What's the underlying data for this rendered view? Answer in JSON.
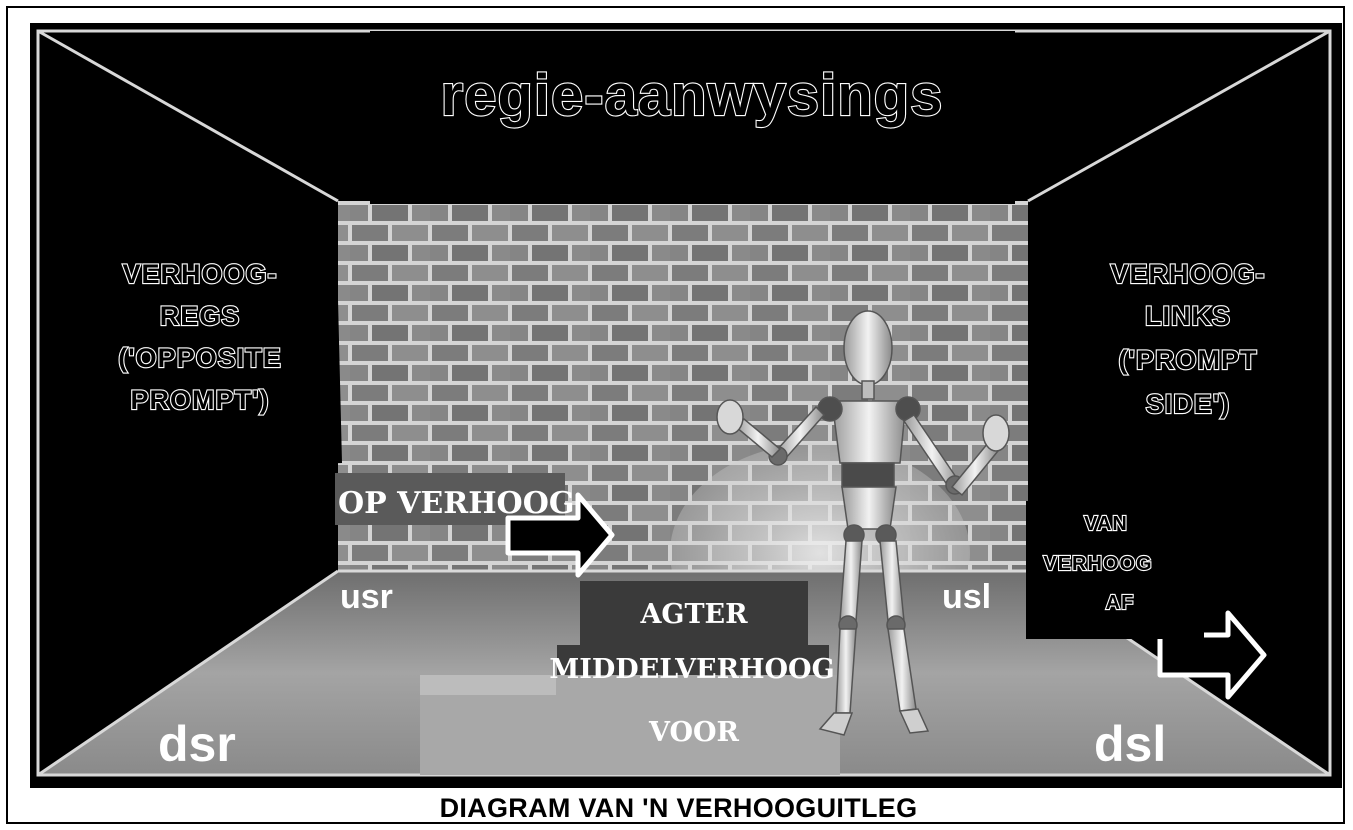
{
  "title": "regie-aanwysings",
  "caption": "DIAGRAM VAN 'N VERHOOGUITLEG",
  "left_wing": {
    "lines": [
      "VERHOOG-",
      "REGS",
      "('OPPOSITE",
      "PROMPT')"
    ]
  },
  "right_wing": {
    "lines": [
      "VERHOOG-",
      "LINKS",
      "('PROMPT",
      "SIDE')"
    ]
  },
  "entrance_label": "OP VERHOOG",
  "exit_label": {
    "lines": [
      "VAN",
      "VERHOOG",
      "AF"
    ]
  },
  "center_labels": {
    "back": "AGTER",
    "middle": "MIDDELVERHOOG",
    "front": "VOOR"
  },
  "zones": {
    "usr": "usr",
    "usl": "usl",
    "dsr": "dsr",
    "dsl": "dsl"
  },
  "colors": {
    "background": "#000000",
    "brick": "#8a8a8a",
    "mortar": "#d0d0d0",
    "floor": "#9a9a9a",
    "text_light": "#ffffff"
  },
  "icons": [
    "right-arrow-icon",
    "right-arrow-icon",
    "mannequin-figure"
  ]
}
